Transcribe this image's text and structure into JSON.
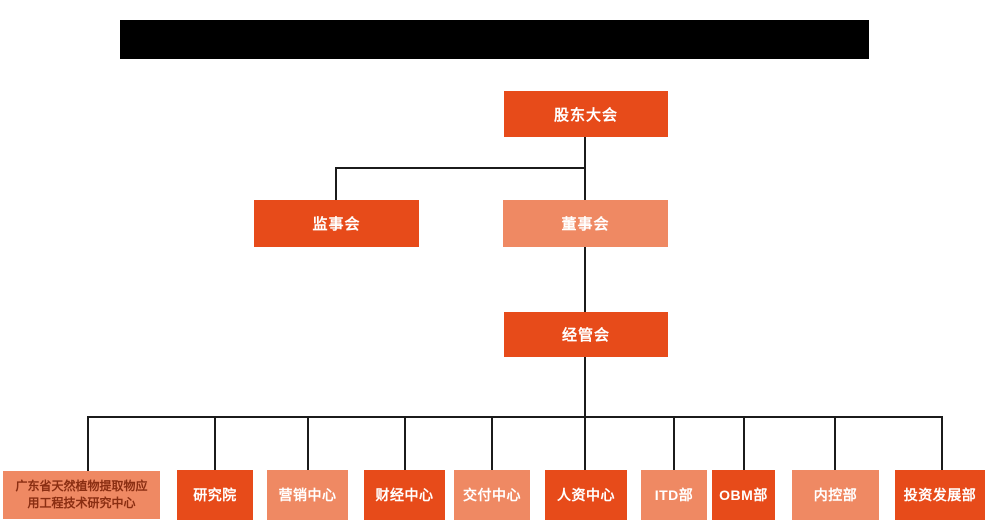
{
  "colors": {
    "primary": "#E74B1A",
    "secondary": "#EF8963",
    "connector": "#1B1B1B",
    "redacted_bar": "#000000",
    "dept1_text": "#8A2E12"
  },
  "nodes": {
    "shareholders_meeting": {
      "label": "股东大会"
    },
    "supervisory_board": {
      "label": "监事会"
    },
    "board_of_directors": {
      "label": "董事会"
    },
    "management_committee": {
      "label": "经管会"
    }
  },
  "departments": [
    {
      "label": "广东省天然植物提取物应用工程技术研究中心"
    },
    {
      "label": "研究院"
    },
    {
      "label": "营销中心"
    },
    {
      "label": "财经中心"
    },
    {
      "label": "交付中心"
    },
    {
      "label": "人资中心"
    },
    {
      "label": "ITD部"
    },
    {
      "label": "OBM部"
    },
    {
      "label": "内控部"
    },
    {
      "label": "投资发展部"
    }
  ]
}
